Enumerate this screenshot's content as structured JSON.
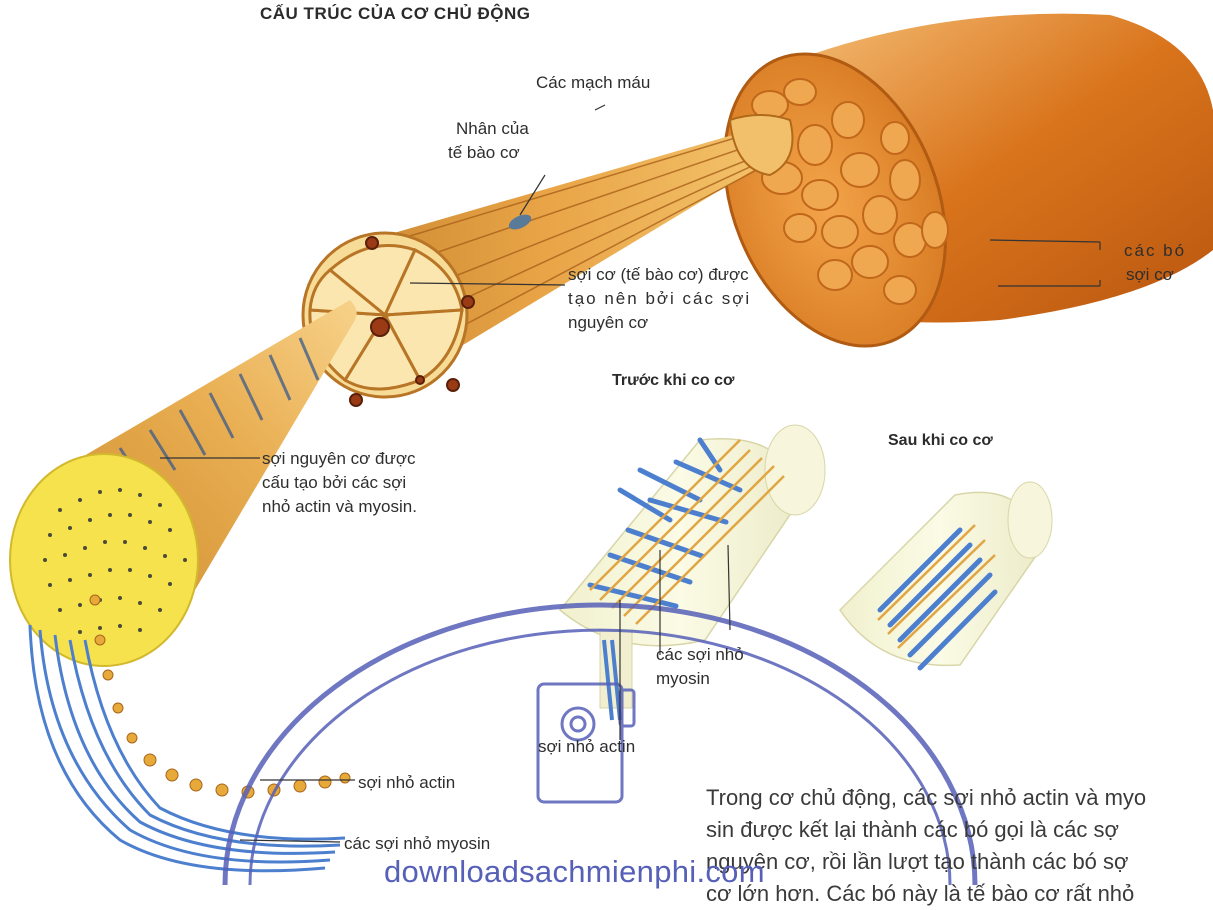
{
  "title": "CẤU TRÚC CỦA CƠ CHỦ ĐỘNG",
  "labels": {
    "blood_vessels": "Các mạch máu",
    "nucleus_line1": "Nhân của",
    "nucleus_line2": "tế bào cơ",
    "bundles_line1": "các bó",
    "bundles_line2": "sợi cơ",
    "fiber_line1": "sợi cơ (tế bào cơ) được",
    "fiber_line2": "tạo nên bởi các sợi",
    "fiber_line3": "nguyên cơ",
    "myofibril_line1": "sợi nguyên cơ được",
    "myofibril_line2": "cấu tạo bởi các sợi",
    "myofibril_line3": "nhỏ actin và myosin.",
    "myosin_small_line1": "các sợi nhỏ",
    "myosin_small_line2": "myosin",
    "actin_small": "sợi nhỏ actin",
    "actin_bottom": "sợi nhỏ actin",
    "myosin_bottom": "các sợi nhỏ myosin"
  },
  "subtitles": {
    "before": "Trước khi co cơ",
    "after": "Sau khi co cơ"
  },
  "paragraph": [
    "Trong cơ chủ động, các sợi nhỏ actin và myo",
    "sin được kết lại thành các bó gọi là các sợ",
    "nguyên cơ, rồi lần lượt tạo thành các bó sợ",
    "cơ lớn hơn. Các bó này là tế bào cơ rất nhỏ"
  ],
  "watermark": "downloadsachmienphi.com",
  "colors": {
    "muscle": "#d9791f",
    "muscle_light": "#f2b55a",
    "myofibril": "#f5e04a",
    "actin": "#e8a53a",
    "myosin": "#4a7fd0",
    "watermark": "#5660b8"
  }
}
